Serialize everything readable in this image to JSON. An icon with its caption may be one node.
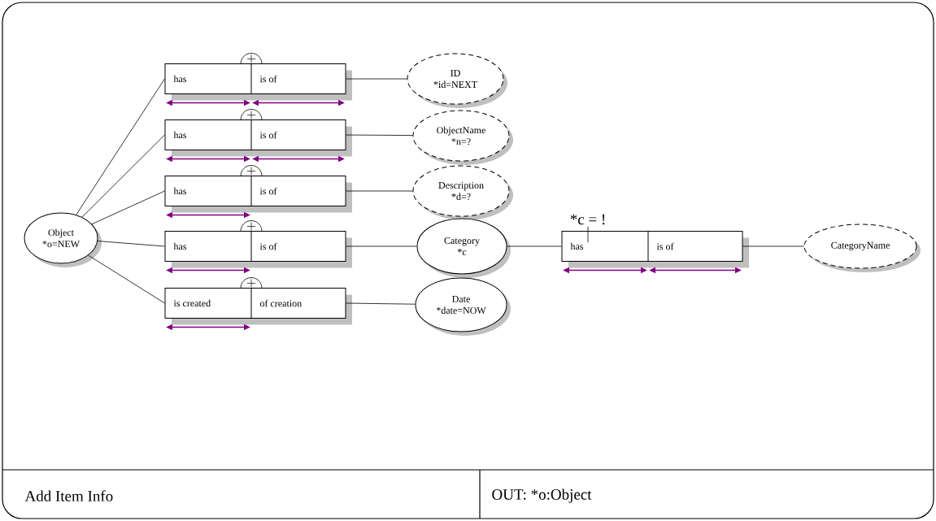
{
  "diagram": {
    "nodes": [
      {
        "text": [
          "Object",
          "*o=NEW"
        ]
      },
      {
        "text": [
          "has",
          "is of"
        ]
      },
      {
        "text": [
          "ID",
          "*id=NEXT"
        ]
      },
      {
        "text": [
          "has",
          "is of"
        ]
      },
      {
        "text": [
          "ObjectName",
          "*n=?"
        ]
      },
      {
        "text": [
          "has",
          "is of"
        ]
      },
      {
        "text": [
          "Description",
          "*d=?"
        ]
      },
      {
        "text": [
          "*c = !"
        ]
      },
      {
        "text": [
          "has",
          "is of"
        ]
      },
      {
        "text": [
          "Category",
          "*c"
        ]
      },
      {
        "text": [
          "has",
          "is of"
        ]
      },
      {
        "text": [
          "CategoryName"
        ]
      },
      {
        "text": [
          "is created",
          "of creation"
        ]
      },
      {
        "text": [
          "Date",
          "*date=NOW"
        ]
      }
    ],
    "edges": [
      {
        "from": 0,
        "to": 1,
        "arrow": "none"
      },
      {
        "from": 1,
        "to": 2,
        "arrow": "none"
      },
      {
        "from": 0,
        "to": 3,
        "arrow": "none"
      },
      {
        "from": 3,
        "to": 4,
        "arrow": "none"
      },
      {
        "from": 0,
        "to": 5,
        "arrow": "none"
      },
      {
        "from": 5,
        "to": 6,
        "arrow": "none"
      },
      {
        "from": 0,
        "to": 8,
        "arrow": "none"
      },
      {
        "from": 8,
        "to": 9,
        "arrow": "none"
      },
      {
        "from": 9,
        "to": 10,
        "arrow": "none"
      },
      {
        "from": 10,
        "to": 11,
        "arrow": "none"
      },
      {
        "from": 7,
        "to": 10,
        "arrow": "none"
      },
      {
        "from": 0,
        "to": 12,
        "arrow": "none"
      },
      {
        "from": 12,
        "to": 13,
        "arrow": "none"
      }
    ],
    "labels": [
      "Add Item Info",
      "OUT: *o:Object"
    ]
  }
}
